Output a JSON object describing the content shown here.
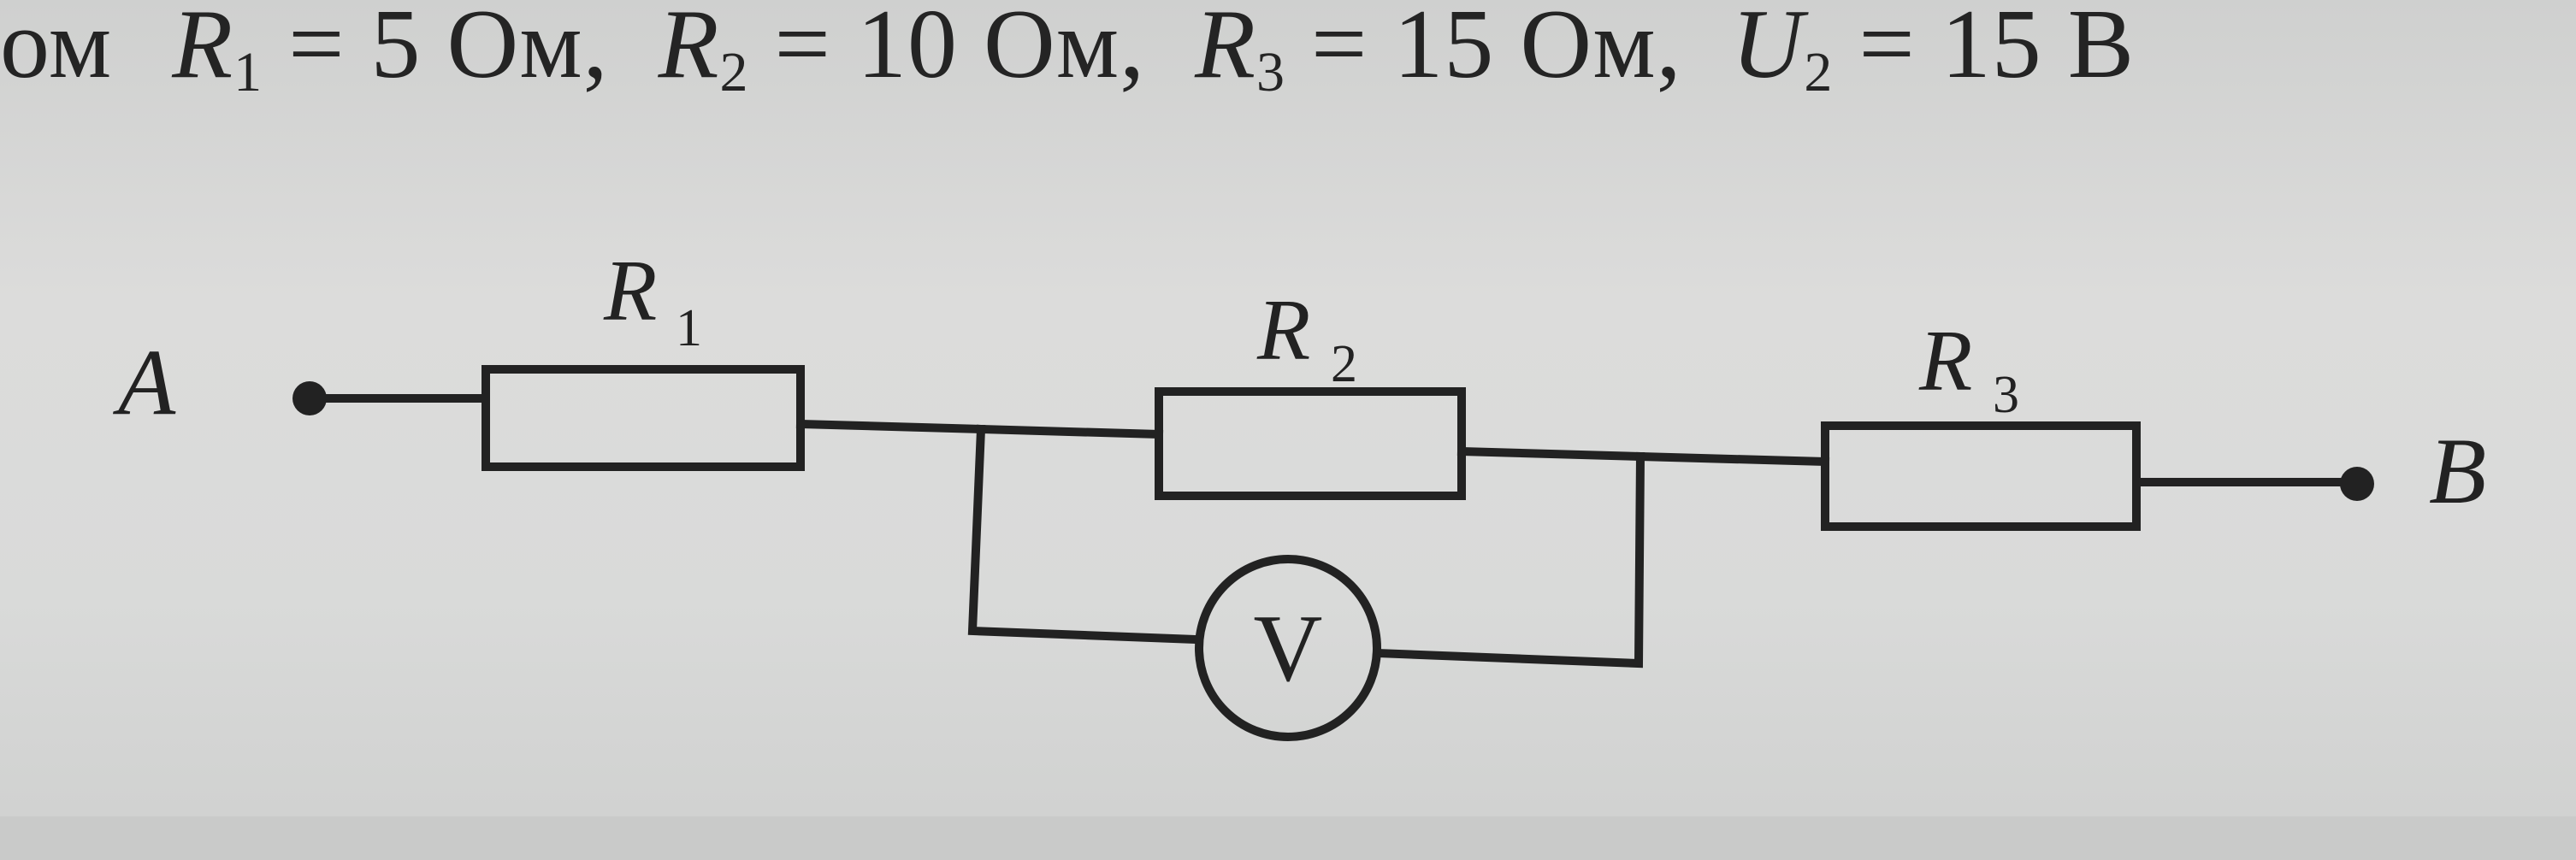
{
  "conditions": {
    "prefix": "ом",
    "r1_symbol": "R",
    "r1_sub": "1",
    "r1_value": " = 5 Ом,",
    "r2_symbol": "R",
    "r2_sub": "2",
    "r2_value": " = 10 Ом,",
    "r3_symbol": "R",
    "r3_sub": "3",
    "r3_value": " = 15 Ом,",
    "u2_symbol": "U",
    "u2_sub": "2",
    "u2_value": " = 15 В"
  },
  "circuit": {
    "terminal_a": "A",
    "terminal_b": "B",
    "resistors": [
      {
        "symbol": "R",
        "sub": "1"
      },
      {
        "symbol": "R",
        "sub": "2"
      },
      {
        "symbol": "R",
        "sub": "3"
      }
    ],
    "voltmeter": "V"
  },
  "colors": {
    "ink": "#222222",
    "paper": "#d8d9d8"
  }
}
